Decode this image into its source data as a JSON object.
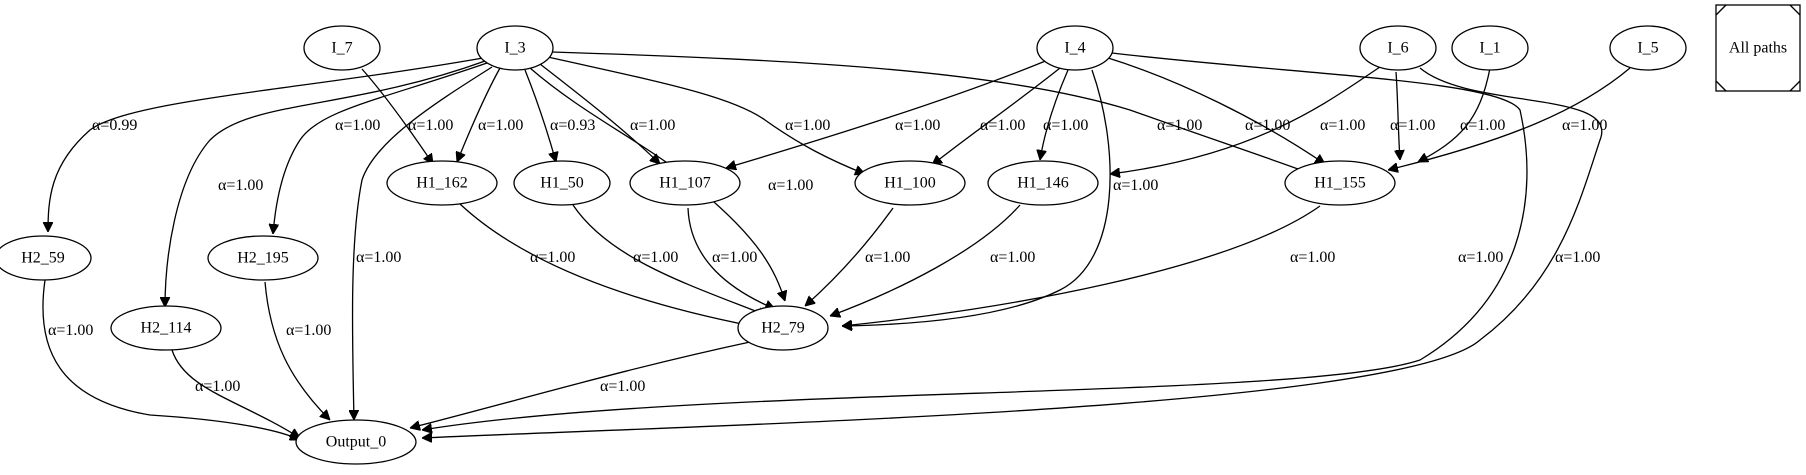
{
  "nodes": {
    "I_7": "I_7",
    "I_3": "I_3",
    "I_4": "I_4",
    "I_6": "I_6",
    "I_1": "I_1",
    "I_5": "I_5",
    "H1_162": "H1_162",
    "H1_50": "H1_50",
    "H1_107": "H1_107",
    "H1_100": "H1_100",
    "H1_146": "H1_146",
    "H1_155": "H1_155",
    "H2_59": "H2_59",
    "H2_195": "H2_195",
    "H2_114": "H2_114",
    "H2_79": "H2_79",
    "Output_0": "Output_0"
  },
  "legend": {
    "label": "All paths"
  },
  "edges": [
    {
      "from": "I_3",
      "to": "H2_59",
      "label": "α=0.99"
    },
    {
      "from": "I_3",
      "to": "H2_114",
      "label": "α=1.00"
    },
    {
      "from": "I_3",
      "to": "H2_195",
      "label": "α=1.00"
    },
    {
      "from": "I_3",
      "to": "Output_0",
      "label": "α=1.00"
    },
    {
      "from": "I_3",
      "to": "H1_162",
      "label": "α=1.00"
    },
    {
      "from": "I_7",
      "to": "H1_162",
      "label": "α=1.00"
    },
    {
      "from": "I_3",
      "to": "H1_50",
      "label": "α=0.93"
    },
    {
      "from": "I_3",
      "to": "H1_107",
      "label": "α=1.00"
    },
    {
      "from": "I_3",
      "to": "H2_79",
      "label": "α=1.00"
    },
    {
      "from": "I_3",
      "to": "H1_100",
      "label": "α=1.00"
    },
    {
      "from": "I_3",
      "to": "H1_155",
      "label": "α=1.00"
    },
    {
      "from": "I_4",
      "to": "H1_107",
      "label": "α=1.00"
    },
    {
      "from": "I_4",
      "to": "H1_100",
      "label": "α=1.00"
    },
    {
      "from": "I_4",
      "to": "H1_146",
      "label": "α=1.00"
    },
    {
      "from": "I_4",
      "to": "H2_79",
      "label": "α=1.00"
    },
    {
      "from": "I_4",
      "to": "H1_155",
      "label": "α=1.00"
    },
    {
      "from": "I_4",
      "to": "Output_0",
      "label": "α=1.00"
    },
    {
      "from": "I_6",
      "to": "H1_146",
      "label": "α=1.00"
    },
    {
      "from": "I_6",
      "to": "H1_155",
      "label": "α=1.00"
    },
    {
      "from": "I_6",
      "to": "Output_0",
      "label": "α=1.00"
    },
    {
      "from": "I_1",
      "to": "H1_155",
      "label": "α=1.00"
    },
    {
      "from": "I_5",
      "to": "H1_155",
      "label": "α=1.00"
    },
    {
      "from": "H1_162",
      "to": "H2_79",
      "label": "α=1.00"
    },
    {
      "from": "H1_50",
      "to": "H2_79",
      "label": "α=1.00"
    },
    {
      "from": "H1_107",
      "to": "H2_79",
      "label": "α=1.00"
    },
    {
      "from": "H1_100",
      "to": "H2_79",
      "label": "α=1.00"
    },
    {
      "from": "H1_146",
      "to": "H2_79",
      "label": "α=1.00"
    },
    {
      "from": "H1_155",
      "to": "H2_79",
      "label": "α=1.00"
    },
    {
      "from": "H2_59",
      "to": "Output_0",
      "label": "α=1.00"
    },
    {
      "from": "H2_114",
      "to": "Output_0",
      "label": "α=1.00"
    },
    {
      "from": "H2_195",
      "to": "Output_0",
      "label": "α=1.00"
    },
    {
      "from": "H2_79",
      "to": "Output_0",
      "label": "α=1.00"
    }
  ]
}
